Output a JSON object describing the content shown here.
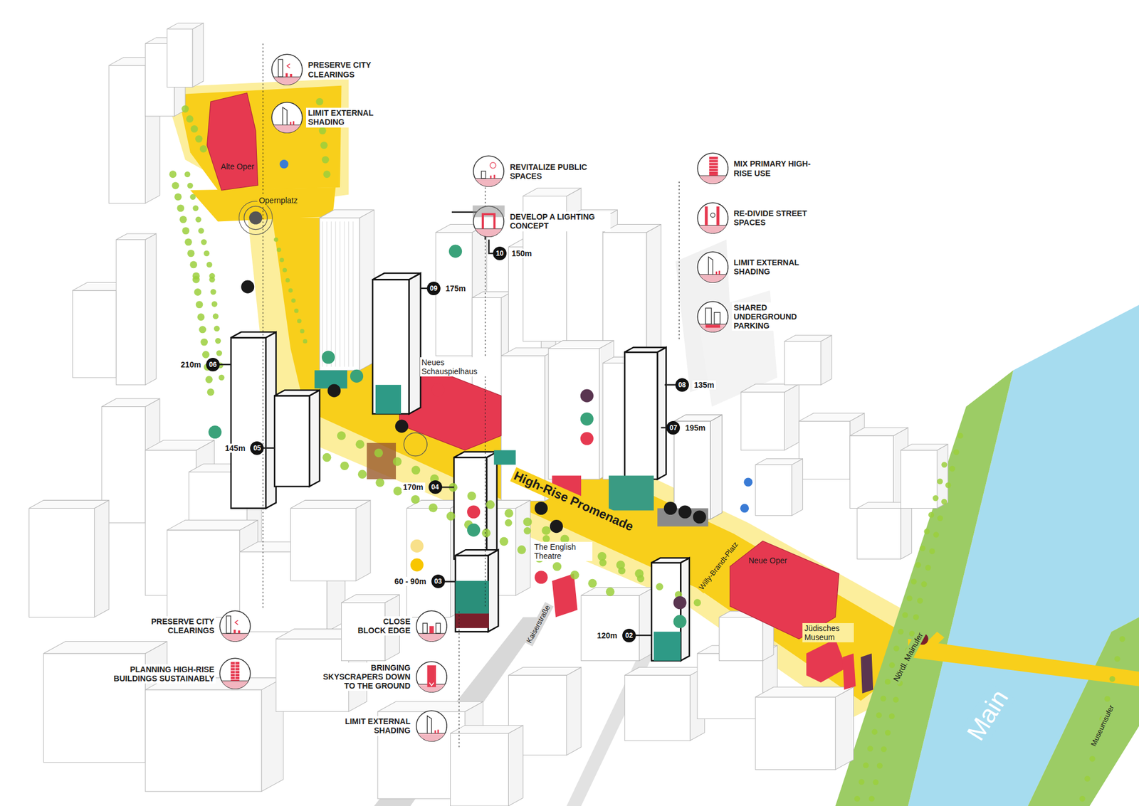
{
  "diagram": {
    "nodes": [
      {
        "text": [
          "PRESERVE CITY CLEARINGS"
        ]
      },
      {
        "text": [
          "LIMIT EXTERNAL SHADING"
        ]
      },
      {
        "text": [
          "MIX PRIMARY HIGH-RISE USE"
        ]
      },
      {
        "text": [
          "REVITALIZE PUBLIC SPACES"
        ]
      },
      {
        "text": [
          "RE-DIVIDE STREET SPACES"
        ]
      },
      {
        "text": [
          "DEVELOP A LIGHTING CONCEPT"
        ]
      },
      {
        "text": [
          "10",
          "150m"
        ]
      },
      {
        "text": [
          "LIMIT EXTERNAL SHADING"
        ]
      },
      {
        "text": [
          "09",
          "175m"
        ]
      },
      {
        "text": [
          "SHARED UNDERGROUND PARKING"
        ]
      },
      {
        "text": [
          "06",
          "210m"
        ]
      },
      {
        "text": [
          "08",
          "135m"
        ]
      },
      {
        "text": [
          "07",
          "195m"
        ]
      },
      {
        "text": [
          "05",
          "145m"
        ]
      },
      {
        "text": [
          "04",
          "170m"
        ]
      },
      {
        "text": [
          "03",
          "60 - 90m"
        ]
      },
      {
        "text": [
          "PRESERVE CITY CLEARINGS"
        ]
      },
      {
        "text": [
          "CLOSE BLOCK EDGE"
        ]
      },
      {
        "text": [
          "02",
          "120m"
        ]
      },
      {
        "text": [
          "PLANNING HIGH-RISE BUILDINGS SUSTAINABLY"
        ]
      },
      {
        "text": [
          "BRINGING SKYSCRAPERS DOWN TO THE GROUND"
        ]
      },
      {
        "text": [
          "LIMIT EXTERNAL SHADING"
        ]
      }
    ],
    "labels": [
      "Alte Oper",
      "Opernplatz",
      "Neues Schauspielhaus",
      "High-Rise Promenade",
      "The English Theatre",
      "Willy-Brandt-Platz",
      "Neue Oper",
      "Jüdisches Museum",
      "Kaiserstraße",
      "Nördl. Mainufer",
      "Main",
      "Museumsufer"
    ]
  }
}
